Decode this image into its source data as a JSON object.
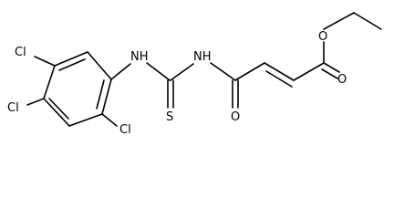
{
  "molecule": {
    "atoms": {
      "cl_top": "Cl",
      "cl_middle": "Cl",
      "cl_bottom": "Cl",
      "nh_aryl": "NH",
      "thione_s": "S",
      "nh_amide": "NH",
      "amide_o": "O",
      "ester_carbonyl_o": "O",
      "ester_o": "O"
    }
  }
}
